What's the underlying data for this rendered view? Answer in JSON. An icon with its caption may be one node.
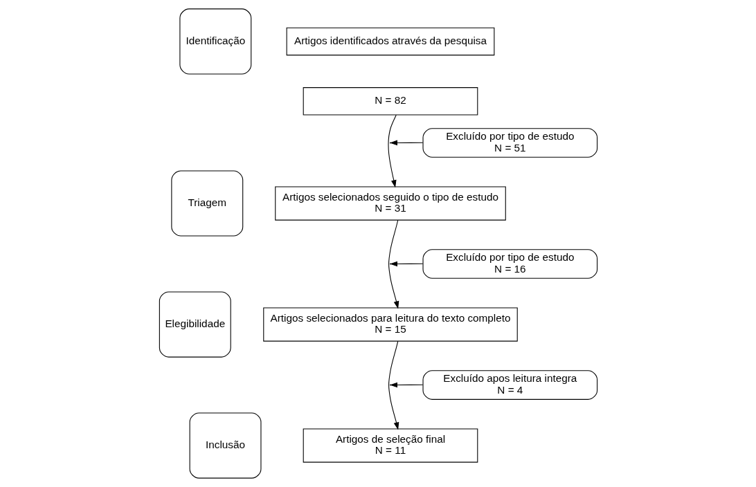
{
  "diagram": {
    "nodes": [
      {
        "text": [
          "Identificação"
        ]
      },
      {
        "text": [
          "Triagem"
        ]
      },
      {
        "text": [
          "Elegibilidade"
        ]
      },
      {
        "text": [
          "Inclusão"
        ]
      },
      {
        "text": [
          "Artigos identificados através da pesquisa"
        ]
      },
      {
        "text": [
          "N = 82"
        ]
      },
      {
        "text": [
          "Excluído por tipo de estudo",
          "N = 51"
        ]
      },
      {
        "text": [
          "Artigos selecionados seguido o tipo de estudo",
          "N = 31"
        ]
      },
      {
        "text": [
          "Excluído por tipo de estudo",
          "N = 16"
        ]
      },
      {
        "text": [
          "Artigos selecionados para leitura do texto completo",
          "N = 15"
        ]
      },
      {
        "text": [
          "Excluído apos leitura integra",
          "N = 4"
        ]
      },
      {
        "text": [
          "Artigos de seleção final",
          "N = 11"
        ]
      }
    ],
    "edges": [
      {
        "from": 5,
        "to": 7,
        "arrow": "to"
      },
      {
        "from": 6,
        "to": null,
        "arrow": "to"
      },
      {
        "from": 7,
        "to": 9,
        "arrow": "to"
      },
      {
        "from": 8,
        "to": null,
        "arrow": "to"
      },
      {
        "from": 9,
        "to": 11,
        "arrow": "to"
      },
      {
        "from": 10,
        "to": null,
        "arrow": "to"
      }
    ]
  }
}
